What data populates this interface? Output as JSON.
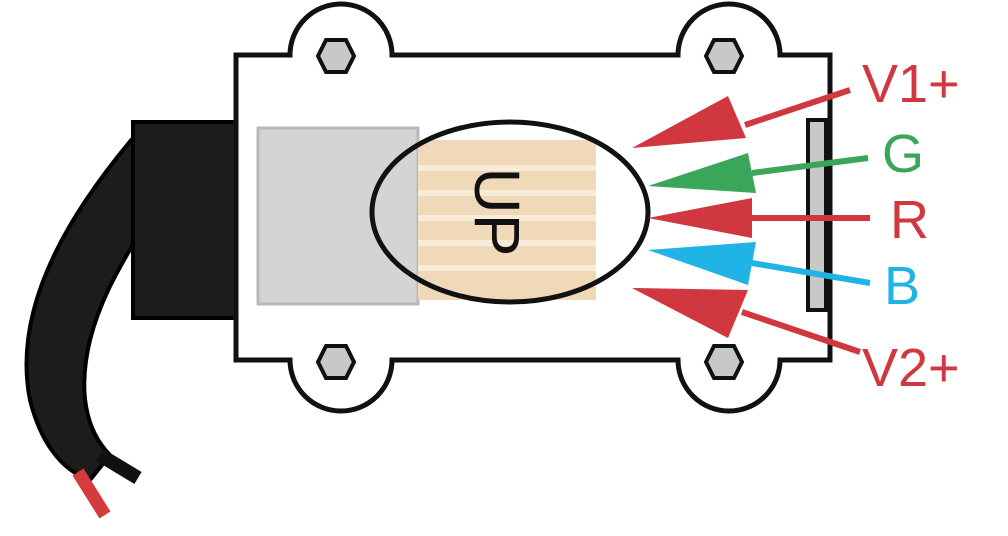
{
  "board": {
    "marking": "UP"
  },
  "pins": [
    {
      "id": "v1plus",
      "label": "V1+",
      "color": "#d0373e"
    },
    {
      "id": "g",
      "label": "G",
      "color": "#3aa65a"
    },
    {
      "id": "r",
      "label": "R",
      "color": "#d0373e"
    },
    {
      "id": "b",
      "label": "B",
      "color": "#1fb3e6"
    },
    {
      "id": "v2plus",
      "label": "V2+",
      "color": "#d0373e"
    }
  ],
  "colors": {
    "outline": "#111111",
    "board_fill": "#ffffff",
    "screw_fill": "#c8c8c8",
    "sleeve_fill": "#d4d4d4",
    "tape_fill": "#efd9b8",
    "cable": "#1c1c1c",
    "wire_red": "#d63a3a"
  },
  "icons": {
    "screws": "hex-screw-icon",
    "cable": "ribbon-cable-icon"
  }
}
